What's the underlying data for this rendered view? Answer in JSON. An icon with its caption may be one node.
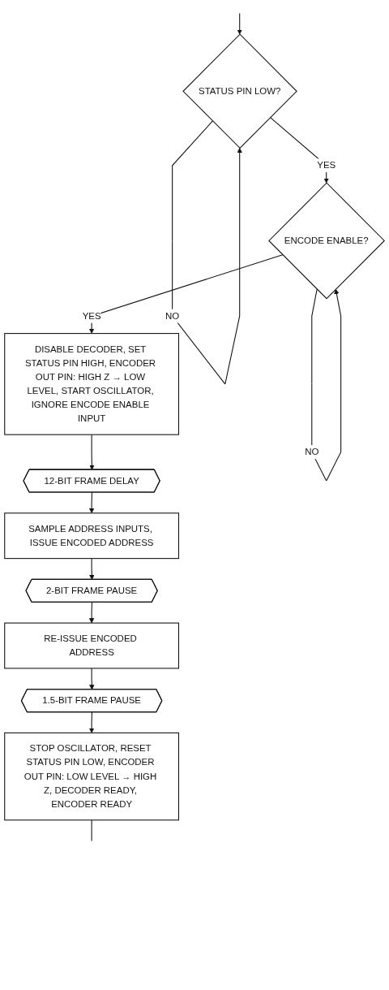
{
  "diagram": {
    "nodes": [
      {
        "text": [
          "STATUS PIN LOW?"
        ]
      },
      {
        "text": [
          "ENCODE ENABLE?"
        ]
      },
      {
        "text": [
          "DISABLE DECODER, SET STATUS PIN HIGH, ENCODER OUT PIN: HIGH Z → LOW LEVEL, START OSCILLATOR, IGNORE ENCODE ENABLE INPUT"
        ]
      },
      {
        "text": [
          "12-BIT FRAME DELAY"
        ]
      },
      {
        "text": [
          "SAMPLE ADDRESS INPUTS, ISSUE ENCODED ADDRESS"
        ]
      },
      {
        "text": [
          "2-BIT FRAME PAUSE"
        ]
      },
      {
        "text": [
          "RE-ISSUE ENCODED ADDRESS"
        ]
      },
      {
        "text": [
          "1.5-BIT FRAME PAUSE"
        ]
      },
      {
        "text": [
          "STOP OSCILLATOR, RESET STATUS PIN LOW, ENCODER OUT PIN: LOW LEVEL → HIGH Z, DECODER READY, ENCODER READY"
        ]
      }
    ],
    "edges": [
      {
        "from": null,
        "to": 0,
        "arrow": "to"
      },
      {
        "from": 0,
        "to": 0,
        "arrow": "to",
        "label": "NO"
      },
      {
        "from": 0,
        "to": 1,
        "arrow": "to",
        "label": "YES"
      },
      {
        "from": 1,
        "to": 1,
        "arrow": "to",
        "label": "NO"
      },
      {
        "from": 1,
        "to": 2,
        "arrow": "to",
        "label": "YES"
      },
      {
        "from": 2,
        "to": 3,
        "arrow": "to"
      },
      {
        "from": 3,
        "to": 4,
        "arrow": "to"
      },
      {
        "from": 4,
        "to": 5,
        "arrow": "to"
      },
      {
        "from": 5,
        "to": 6,
        "arrow": "to"
      },
      {
        "from": 6,
        "to": 7,
        "arrow": "to"
      },
      {
        "from": 7,
        "to": 8,
        "arrow": "to"
      },
      {
        "from": 8,
        "to": null,
        "arrow": "none"
      }
    ]
  }
}
